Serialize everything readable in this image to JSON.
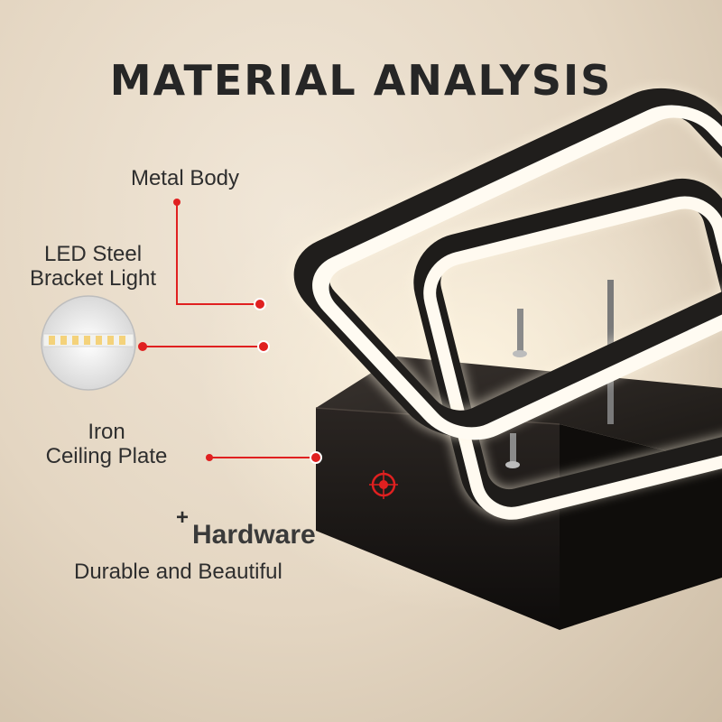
{
  "title": "MATERIAL ANALYSIS",
  "callouts": {
    "metal_body": "Metal Body",
    "led_line1": "LED Steel",
    "led_line2": "Bracket Light",
    "iron_line1": "Iron",
    "iron_line2": "Ceiling Plate"
  },
  "hardware": {
    "plus": "+",
    "heading": "Hardware",
    "subtitle": "Durable and Beautiful"
  },
  "colors": {
    "accent": "#e02020",
    "text": "#2b2b2b",
    "frame": "#1e1c1a",
    "led_glow": "#fffaf0",
    "plate": "#141210"
  },
  "icons": [
    "led-strip-icon",
    "target-icon"
  ]
}
